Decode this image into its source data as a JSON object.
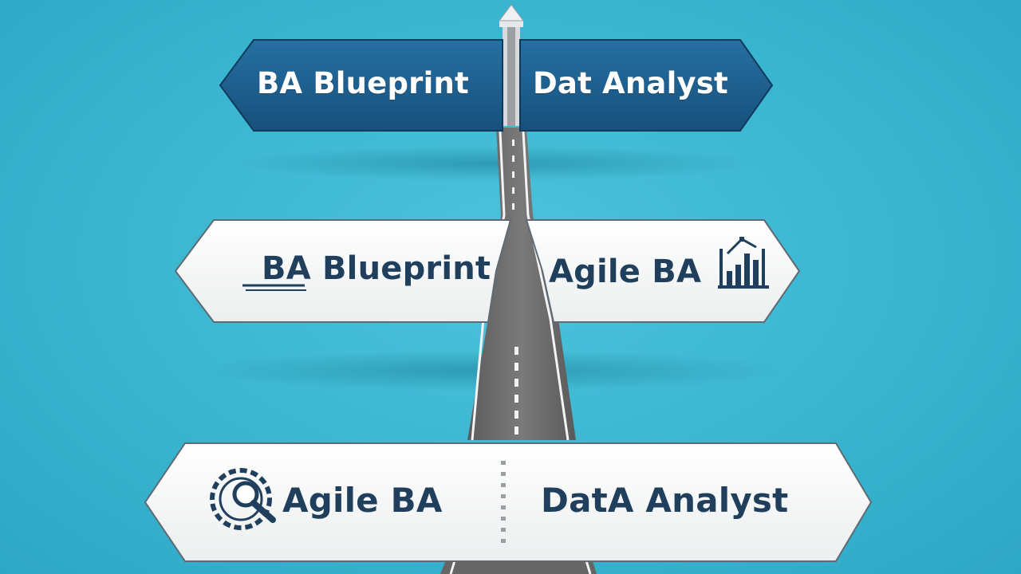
{
  "colors": {
    "background": "#3ab5d0",
    "top_sign": "#1d5f8f",
    "white_sign": "#f7f8f8",
    "sign_text_dark": "#1f3f5c",
    "road": "#6e6e6e"
  },
  "signs": {
    "top": {
      "left_label": "BA Blueprint",
      "right_label": "Dat Analyst"
    },
    "middle": {
      "left_label": "BA Blueprint",
      "right_label": "Agile BA",
      "right_icon": "bar-chart-icon",
      "left_icon": "blueprint-underline-icon"
    },
    "bottom": {
      "left_label": "Agile BA",
      "left_icon": "gear-magnifier-icon",
      "right_label": "DatA Analyst"
    }
  }
}
